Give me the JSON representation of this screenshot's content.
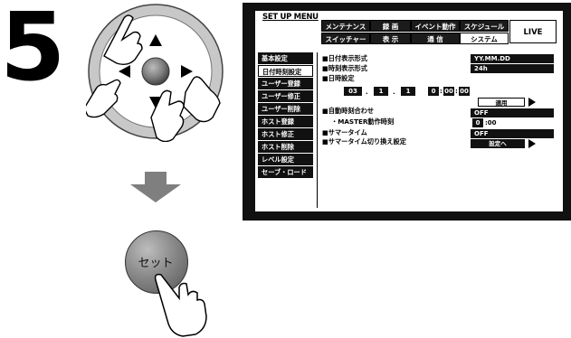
{
  "step": "5",
  "menu": {
    "title": "SET UP MENU",
    "tabs_row1": [
      "メンテナンス",
      "録 画",
      "イベント動作",
      "スケジュール"
    ],
    "tabs_row2": [
      "スイッチャー",
      "表 示",
      "通 信",
      "システム"
    ],
    "selected_tab": "システム",
    "live_label": "LIVE",
    "sidebar": [
      "基本設定",
      "日付時刻設定",
      "ユーザー登録",
      "ユーザー修正",
      "ユーザー削除",
      "ホスト登録",
      "ホスト修正",
      "ホスト削除",
      "レベル設定",
      "セーブ・ロード"
    ],
    "selected_sidebar": "日付時刻設定",
    "settings": {
      "date_format_label": "■日付表示形式",
      "date_format_value": "YY.MM.DD",
      "time_format_label": "■時刻表示形式",
      "time_format_value": "24h",
      "date_set_label": "■日時設定",
      "date_year": "03",
      "date_month": "1",
      "date_day": "1",
      "time_hour": "0",
      "time_min": "00",
      "time_sec": "00",
      "apply_label": "適用",
      "auto_sync_label": "■自動時刻合わせ",
      "auto_sync_value": "OFF",
      "master_label": "・MASTER動作時刻",
      "master_hour": "0",
      "master_min": ":00",
      "summer_label": "■サマータイム",
      "summer_value": "OFF",
      "summer_switch_label": "■サマータイム切り換え設定",
      "summer_switch_button": "設定へ"
    }
  },
  "set_button_label": "セット"
}
